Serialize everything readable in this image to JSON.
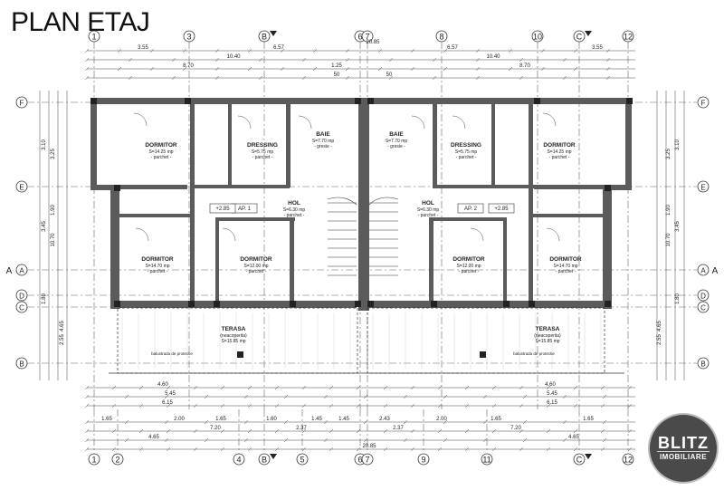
{
  "title": "PLAN ETAJ",
  "logo": {
    "line1": "BLITZ",
    "line2": "IMOBILIARE"
  },
  "grid_top": [
    "1",
    "3",
    "B",
    "6",
    "7",
    "8",
    "10",
    "C",
    "12"
  ],
  "grid_bottom": [
    "1",
    "2",
    "4",
    "B",
    "5",
    "6",
    "7",
    "9",
    "11",
    "C",
    "12"
  ],
  "grid_rows": [
    "F",
    "E",
    "A",
    "D",
    "C",
    "B"
  ],
  "dims_top": [
    "3.55",
    "6.57",
    "6.57",
    "3.55",
    "10.40",
    "10.40",
    "8.70",
    "8.70",
    "20.85",
    "1.25",
    "50",
    "50"
  ],
  "dims_bottom": [
    "4.60",
    "4.60",
    "5.45",
    "5.45",
    "6.15",
    "6.15",
    "1.65",
    "2.00",
    "1.65",
    "1.60",
    "1.45",
    "1.45",
    "2.43",
    "2.00",
    "1.65",
    "1.65",
    "7.20",
    "7.20",
    "2.37",
    "2.37",
    "4.65",
    "4.65",
    "20.85"
  ],
  "dims_left": [
    "3.10",
    "3.45",
    "3.25",
    "10.70",
    "4.65",
    "2.55",
    "1.90",
    "1.80"
  ],
  "dims_right": [
    "3.10",
    "3.45",
    "3.25",
    "10.70",
    "4.65",
    "2.55",
    "1.90",
    "1.80"
  ],
  "rooms": [
    {
      "name": "DORMITOR",
      "line1": "S=14.25 mp",
      "line2": "- parchet -"
    },
    {
      "name": "DRESSING",
      "line1": "S=5.75 mp",
      "line2": "- parchet -"
    },
    {
      "name": "BAIE",
      "line1": "S=7.70 mp",
      "line2": "- gresie -"
    },
    {
      "name": "BAIE",
      "line1": "S=7.70 mp",
      "line2": "- gresie -"
    },
    {
      "name": "DRESSING",
      "line1": "S=5.75 mp",
      "line2": "- parchet -"
    },
    {
      "name": "DORMITOR",
      "line1": "S=14.25 mp",
      "line2": "- parchet -"
    },
    {
      "name": "HOL",
      "line1": "S=6.30 mp",
      "line2": "- parchet -"
    },
    {
      "name": "HOL",
      "line1": "S=6.30 mp",
      "line2": "- parchet -"
    },
    {
      "name": "DORMITOR",
      "line1": "S=14.70 mp",
      "line2": "- parchet -"
    },
    {
      "name": "DORMITOR",
      "line1": "S=12.00 mp",
      "line2": "- parchet -"
    },
    {
      "name": "DORMITOR",
      "line1": "S=12.00 mp",
      "line2": "- parchet -"
    },
    {
      "name": "DORMITOR",
      "line1": "S=14.70 mp",
      "line2": "- parchet -"
    },
    {
      "name": "TERASA",
      "line1": "(neacoperita)",
      "line2": "S=15.85 mp"
    },
    {
      "name": "TERASA",
      "line1": "(neacoperita)",
      "line2": "S=15.85 mp"
    }
  ],
  "labels": {
    "ap1": "AP. 1",
    "ap2": "AP. 2",
    "level": "+2.85",
    "level2": "+2.85",
    "balustrade": "balustrada de protectie"
  }
}
